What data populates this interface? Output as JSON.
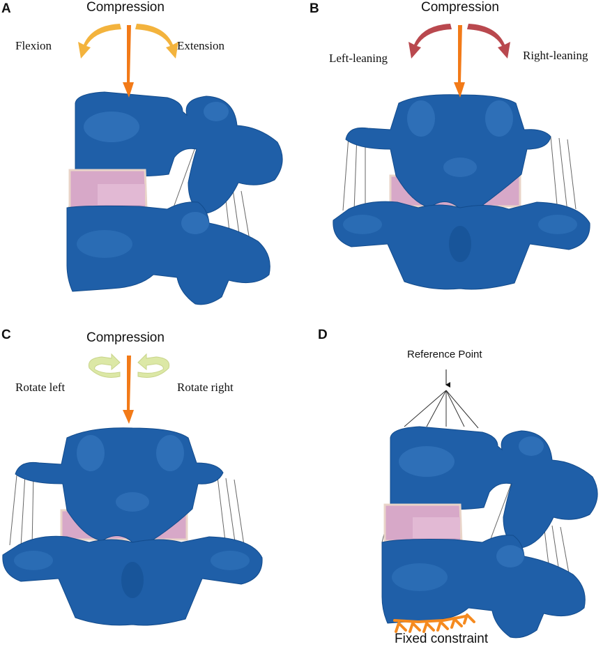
{
  "colors": {
    "bone": "#1f5fa8",
    "bone_dark": "#124b8c",
    "bone_light": "#3d7fc6",
    "disc": "#d7a8c8",
    "disc_edge": "#e9d4c8",
    "compression_arrow": "#f27a18",
    "flexion_arrow": "#f3b33d",
    "lateral_arrow": "#b9484e",
    "rotation_arrow": "#dce8a6",
    "constraint": "#f58a1f",
    "ligament": "#555555"
  },
  "panels": [
    {
      "id": "A",
      "letter": "A",
      "load": "Compression",
      "left_label": "Flexion",
      "right_label": "Extension",
      "view": "lateral",
      "arrow_style": "curved"
    },
    {
      "id": "B",
      "letter": "B",
      "load": "Compression",
      "left_label": "Left-leaning",
      "right_label": "Right-leaning",
      "view": "posterior",
      "arrow_style": "curved"
    },
    {
      "id": "C",
      "letter": "C",
      "load": "Compression",
      "left_label": "Rotate left",
      "right_label": "Rotate right",
      "view": "posterior",
      "arrow_style": "rotation"
    },
    {
      "id": "D",
      "letter": "D",
      "reference_label": "Reference Point",
      "constraint_label": "Fixed constraint",
      "view": "lateral"
    }
  ]
}
